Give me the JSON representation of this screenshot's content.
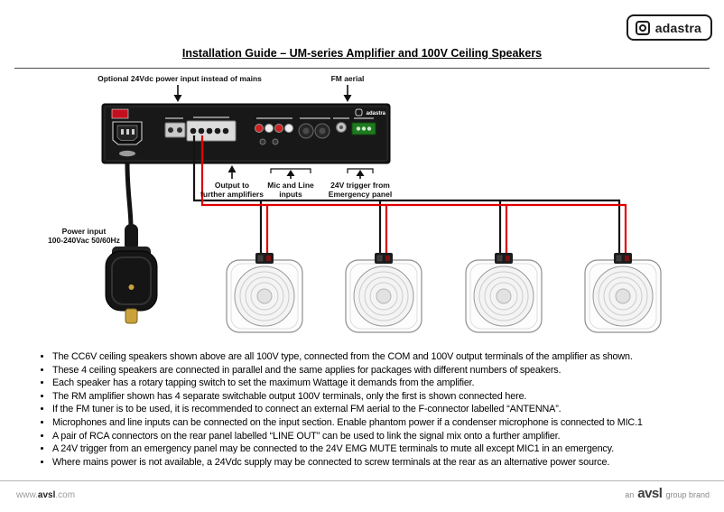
{
  "logo": {
    "brand": "adastra"
  },
  "title": "Installation Guide – UM-series Amplifier and 100V Ceiling Speakers",
  "diagram": {
    "panel_brand": "adastra",
    "labels": {
      "dc_input": "Optional 24Vdc power input instead of mains",
      "fm_aerial": "FM aerial",
      "power_input": "Power input\n100-240Vac 50/60Hz",
      "output": "Output to\nfurther amplifiers",
      "mic_line": "Mic and Line\ninputs",
      "trigger": "24V trigger from\nEmergency panel"
    },
    "wire_colors": {
      "positive": "#e00000",
      "negative": "#141414"
    }
  },
  "bullets": [
    "The CC6V ceiling speakers shown above are all 100V type, connected from the COM and 100V output terminals of the amplifier as shown.",
    "These 4 ceiling speakers are connected in parallel and the same applies for packages with different numbers of speakers.",
    "Each speaker has a rotary tapping switch to set the maximum Wattage it demands from the amplifier.",
    "The RM amplifier shown has 4 separate switchable output 100V terminals, only the first is shown connected here.",
    "If the FM tuner is to be used, it is recommended to connect an external FM aerial to the F-connector labelled “ANTENNA”.",
    "Microphones and line inputs can be connected on the input section. Enable phantom power if a condenser microphone is connected to MIC.1",
    "A pair of RCA connectors on the rear panel labelled “LINE OUT” can be used to link the signal mix onto a further amplifier.",
    "A 24V trigger from an emergency panel may be connected to the 24V EMG MUTE terminals to mute all except MIC1 in an emergency.",
    "Where mains power is not available, a 24Vdc supply may be connected to screw terminals at the rear as an alternative power source."
  ],
  "footer": {
    "left": {
      "www": "www.",
      "brand": "avsl",
      "com": ".com"
    },
    "right": {
      "prefix": "an",
      "brand": "avsl",
      "suffix": "group brand"
    }
  }
}
